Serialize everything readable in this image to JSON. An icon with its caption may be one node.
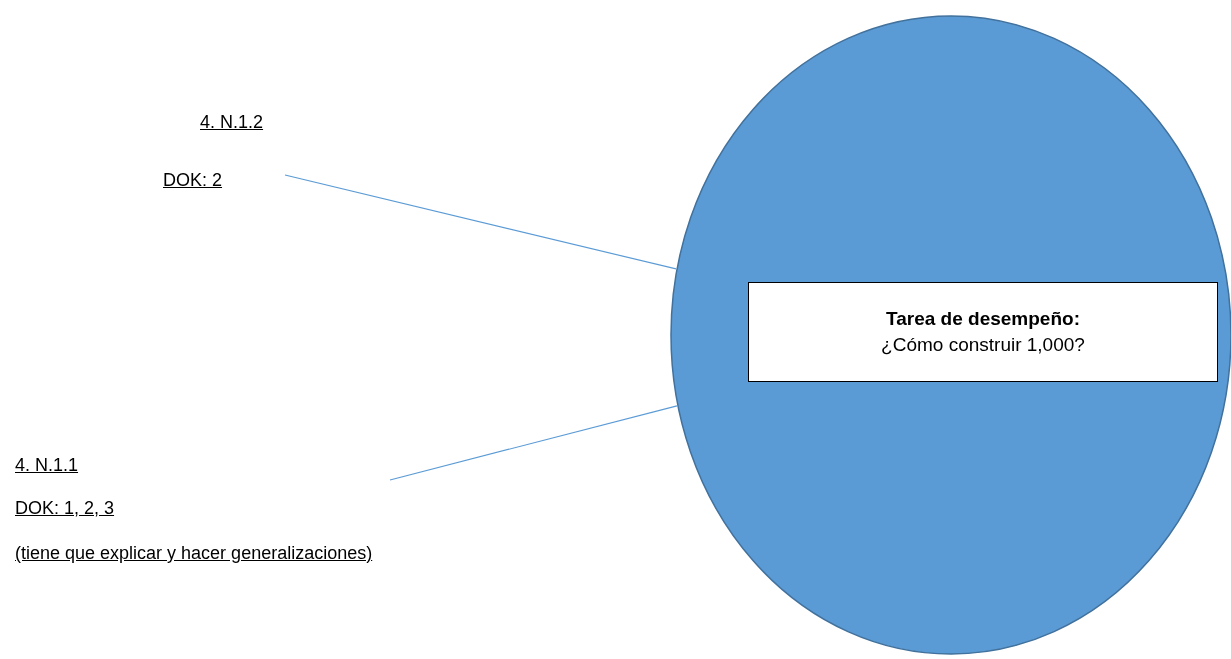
{
  "diagram": {
    "nodes": [
      {
        "text": [
          "4. N.1.2",
          "DOK: 2"
        ]
      },
      {
        "text": [],
        "shape": "circle"
      },
      {
        "text": [
          "Tarea de desempeño:",
          "¿Cómo construir 1,000?"
        ],
        "in": 1
      },
      {
        "text": [
          "4. N.1.1",
          "DOK: 1, 2, 3",
          "(tiene que explicar y hacer generalizaciones)"
        ]
      }
    ],
    "edges": [
      {
        "from": 0,
        "to": 1,
        "arrow": "none"
      },
      {
        "from": 3,
        "to": 1,
        "arrow": "none"
      }
    ]
  }
}
